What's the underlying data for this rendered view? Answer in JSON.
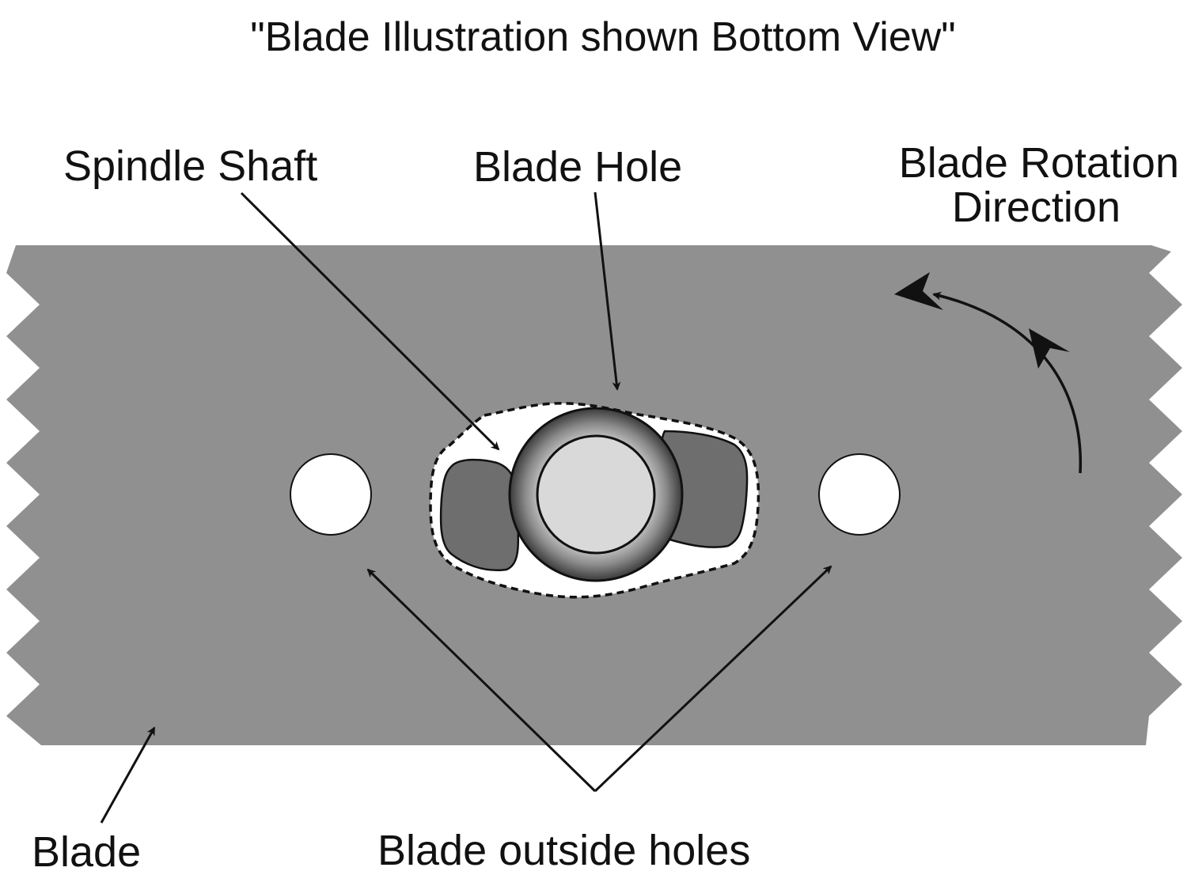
{
  "title": "\"Blade Illustration shown Bottom View\"",
  "labels": {
    "spindle_shaft": "Spindle Shaft",
    "blade_hole": "Blade Hole",
    "rotation_line1": "Blade Rotation",
    "rotation_line2": "Direction",
    "blade": "Blade",
    "outside_holes": "Blade outside holes"
  },
  "colors": {
    "blade": "#909090",
    "hole_fill": "#ffffff",
    "inner_recess": "#6e6e6e",
    "shaft_face": "#d9d9d9",
    "ink": "#111111"
  },
  "icons": {
    "rotation_arrow": "curved-arrow-icon"
  }
}
